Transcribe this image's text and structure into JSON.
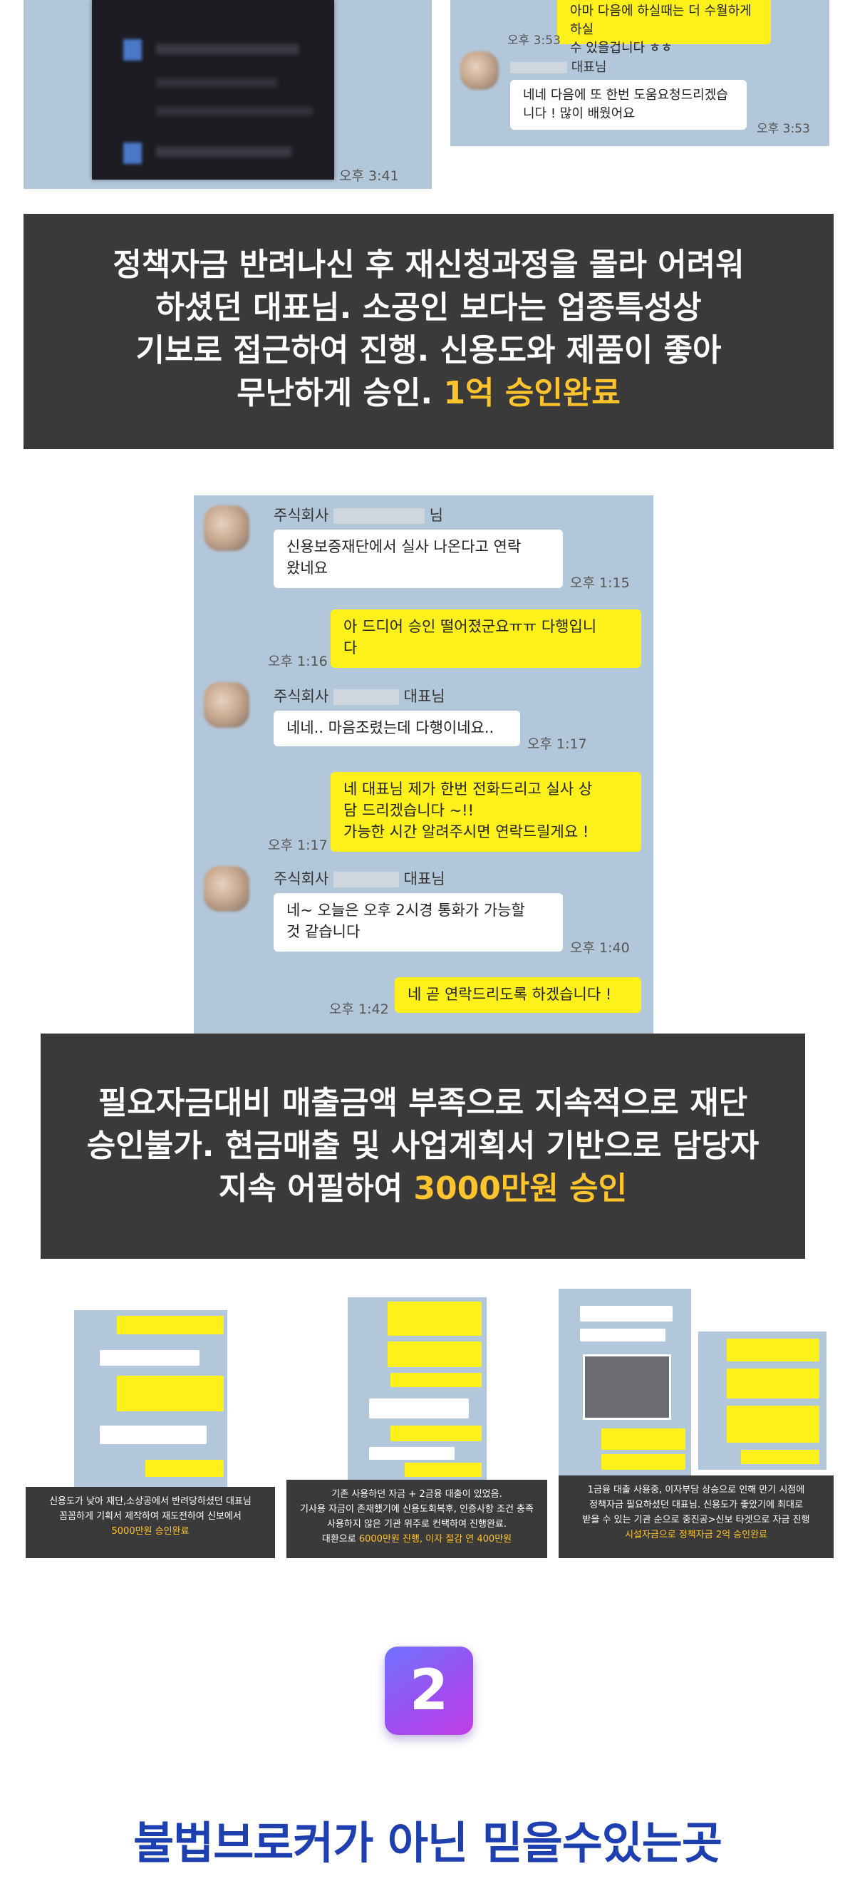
{
  "top_left_shot": {
    "time": "오후 3:41"
  },
  "top_right_shot": {
    "bubble_partial": "아마 다음에 하실때는 더 수월하게 하실\n수 있을겁니다 ㅎㅎ",
    "time1": "오후 3:53",
    "name_suffix": "대표님",
    "reply": "네네 다음에 또 한번 도움요청드리겠습\n니다 ! 많이 배웠어요",
    "time2": "오후 3:53"
  },
  "caption1": {
    "lines": [
      "정책자금 반려나신 후 재신청과정을 몰라 어려워",
      "하셨던 대표님. 소공인 보다는 업종특성상",
      "기보로 접근하여 진행. 신용도와 제품이 좋아"
    ],
    "last_prefix": "무난하게 승인. ",
    "highlight": "1억 승인완료"
  },
  "chat2": {
    "messages": [
      {
        "side": "left",
        "name_prefix": "주식회사",
        "name_suffix": "님",
        "text": "신용보증재단에서 실사 나온다고 연락\n왔네요",
        "time": "오후 1:15"
      },
      {
        "side": "right",
        "text": "아 드디어 승인 떨어졌군요ㅠㅠ 다행입니\n다",
        "time": "오후 1:16"
      },
      {
        "side": "left",
        "name_prefix": "주식회사",
        "name_suffix": "대표님",
        "text": "네네.. 마음조렸는데 다행이네요..",
        "time": "오후 1:17"
      },
      {
        "side": "right",
        "text": "네 대표님 제가 한번 전화드리고 실사 상\n담 드리겠습니다 ~!!\n가능한 시간 알려주시면 연락드릴게요 !",
        "time": "오후 1:17"
      },
      {
        "side": "left",
        "name_prefix": "주식회사",
        "name_suffix": "대표님",
        "text": "네~ 오늘은 오후 2시경 통화가 가능할\n것 같습니다",
        "time": "오후 1:40"
      },
      {
        "side": "right",
        "text": "네 곧 연락드리도록 하겠습니다 !",
        "time": "오후 1:42"
      }
    ]
  },
  "caption2": {
    "lines": [
      "필요자금대비 매출금액 부족으로 지속적으로 재단",
      "승인불가. 현금매출 및 사업계획서 기반으로 담당자"
    ],
    "last_prefix": "지속 어필하여 ",
    "highlight": "3000만원 승인"
  },
  "mini_cards": [
    {
      "lines": [
        "신용도가 낮아 재단,소상공에서 반려당하셨던 대표님",
        "꼼꼼하게 기획서 제작하여 재도전하여 신보에서"
      ],
      "highlight": "5000만원 승인완료",
      "tail": ""
    },
    {
      "lines": [
        "기존 사용하던 자금 + 2금융 대출이 있었음.",
        "기사용 자금이 존재했기에 신용도회복후, 인증사항 조건 충족",
        "사용하지 않은 기관 위주로 컨택하여 진행완료."
      ],
      "highlight_prefix": "대환으로 ",
      "highlight": "6000만원 진행, 이자 절감 연 400만원",
      "tail": ""
    },
    {
      "lines": [
        "1금융 대출 사용중, 이자부담 상승으로 인해 만기 시점에",
        "정책자금 필요하셨던 대표님. 신용도가 좋았기에 최대로",
        "받을 수 있는 기관 순으로 중진공>신보 타겟으로 자금 진행"
      ],
      "highlight": "시설자금으로 정책자금 2억 승인완료",
      "tail": ""
    }
  ],
  "badge": {
    "number": "2"
  },
  "headline": "불법브로커가 아닌 믿을수있는곳",
  "colors": {
    "chat_bg": "#b2c7da",
    "bubble_yellow": "#fef01b",
    "caption_bg": "#3a3a3a",
    "highlight": "#fec42d",
    "headline": "#1e3fb0"
  }
}
